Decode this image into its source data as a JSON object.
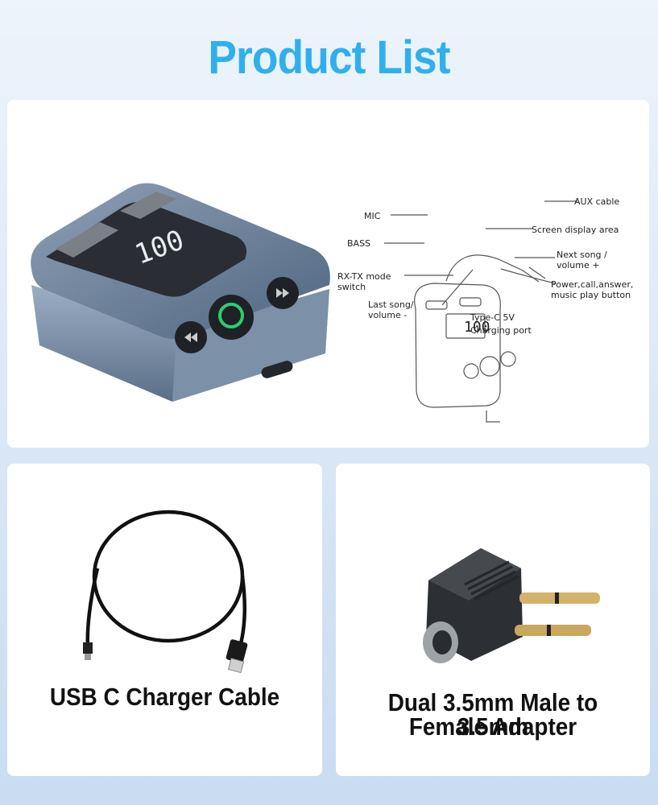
{
  "page": {
    "title": "Product List"
  },
  "main_card": {
    "display_digits": "100",
    "diagram_labels": {
      "aux": "AUX cable",
      "mic": "MIC",
      "screen": "Screen display area",
      "bass": "BASS",
      "next_line1": "Next song /",
      "next_line2": "volume +",
      "rx_line1": "RX-TX mode",
      "rx_line2": "switch",
      "power_line1": "Power,call,answer,",
      "power_line2": "music play button",
      "last_line1": "Last song/",
      "last_line2": "volume -",
      "typec_line1": "Type-C 5V",
      "typec_line2": "Charging port"
    }
  },
  "cable_card": {
    "caption": "USB C  Charger Cable"
  },
  "adapter_card": {
    "caption_line1": "Dual 3.5mm Male to 3.5mm",
    "caption_line2": "Female Adapter"
  },
  "colors": {
    "title": "#2fb0ec",
    "device_body": "#6a7f98",
    "display_green": "#2ecc71"
  }
}
